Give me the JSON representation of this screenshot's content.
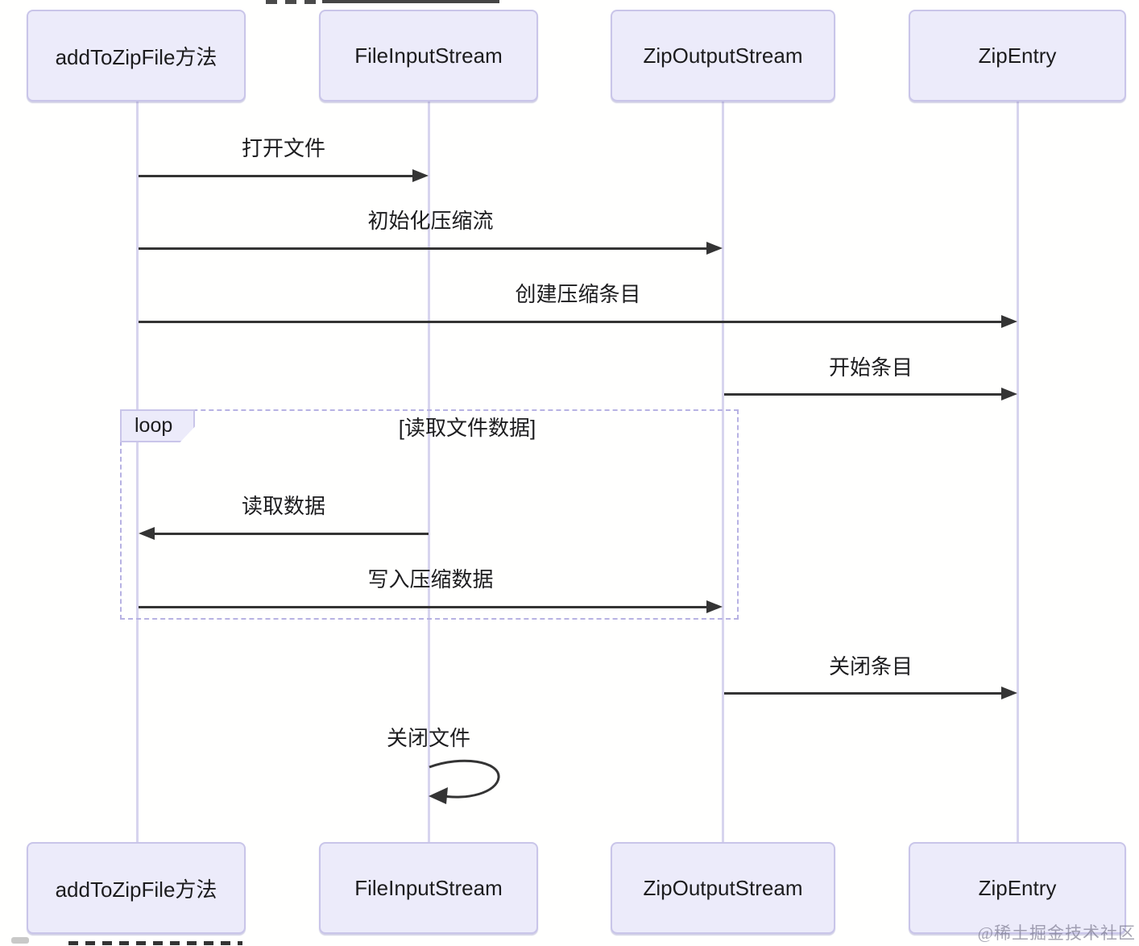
{
  "diagram": {
    "type": "sequence",
    "actors": [
      {
        "name": "addToZipFile方法"
      },
      {
        "name": "FileInputStream"
      },
      {
        "name": "ZipOutputStream"
      },
      {
        "name": "ZipEntry"
      }
    ],
    "messages": [
      {
        "label": "打开文件",
        "from": "addToZipFile方法",
        "to": "FileInputStream",
        "direction": "right"
      },
      {
        "label": "初始化压缩流",
        "from": "addToZipFile方法",
        "to": "ZipOutputStream",
        "direction": "right"
      },
      {
        "label": "创建压缩条目",
        "from": "addToZipFile方法",
        "to": "ZipEntry",
        "direction": "right"
      },
      {
        "label": "开始条目",
        "from": "ZipOutputStream",
        "to": "ZipEntry",
        "direction": "right"
      },
      {
        "label": "读取数据",
        "from": "FileInputStream",
        "to": "addToZipFile方法",
        "direction": "left"
      },
      {
        "label": "写入压缩数据",
        "from": "addToZipFile方法",
        "to": "ZipOutputStream",
        "direction": "right"
      },
      {
        "label": "关闭条目",
        "from": "ZipOutputStream",
        "to": "ZipEntry",
        "direction": "right"
      },
      {
        "label": "关闭文件",
        "from": "FileInputStream",
        "to": "FileInputStream",
        "direction": "self"
      }
    ],
    "loop": {
      "label": "loop",
      "condition": "[读取文件数据]"
    }
  },
  "watermark": "@稀土掘金技术社区",
  "colors": {
    "actor_fill": "#ECEBFA",
    "actor_border": "#C9C5E9",
    "lifeline": "#D7D4EE",
    "arrow": "#343434",
    "text": "#1D1D1F",
    "loop_border": "#B7B2E3",
    "watermark": "#706E84"
  }
}
